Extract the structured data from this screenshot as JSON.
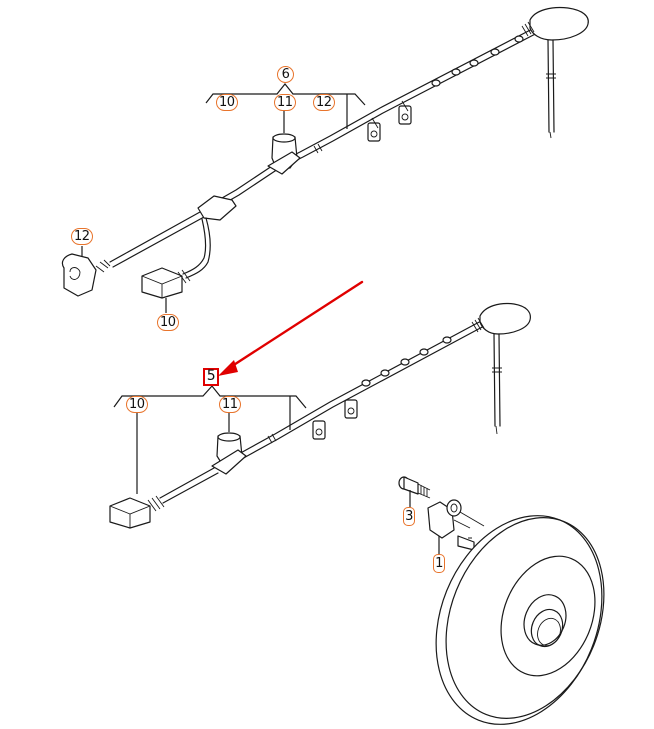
{
  "diagram": {
    "type": "exploded-parts-diagram",
    "subject": "ABS wheel speed sensor wiring harness and brake disc",
    "accent_colors": {
      "callout_border": "#e8742c",
      "highlight": "#e00000",
      "line": "#1a1a1a"
    },
    "callouts": {
      "c6": "6",
      "c6_10": "10",
      "c6_11": "11",
      "c6_12": "12",
      "c12_left": "12",
      "c10_upper": "10",
      "c5": "5",
      "c5_10": "10",
      "c5_11": "11",
      "c3": "3",
      "c1": "1"
    },
    "highlighted_part": "5",
    "annotation": "red arrow pointing to part 5"
  }
}
